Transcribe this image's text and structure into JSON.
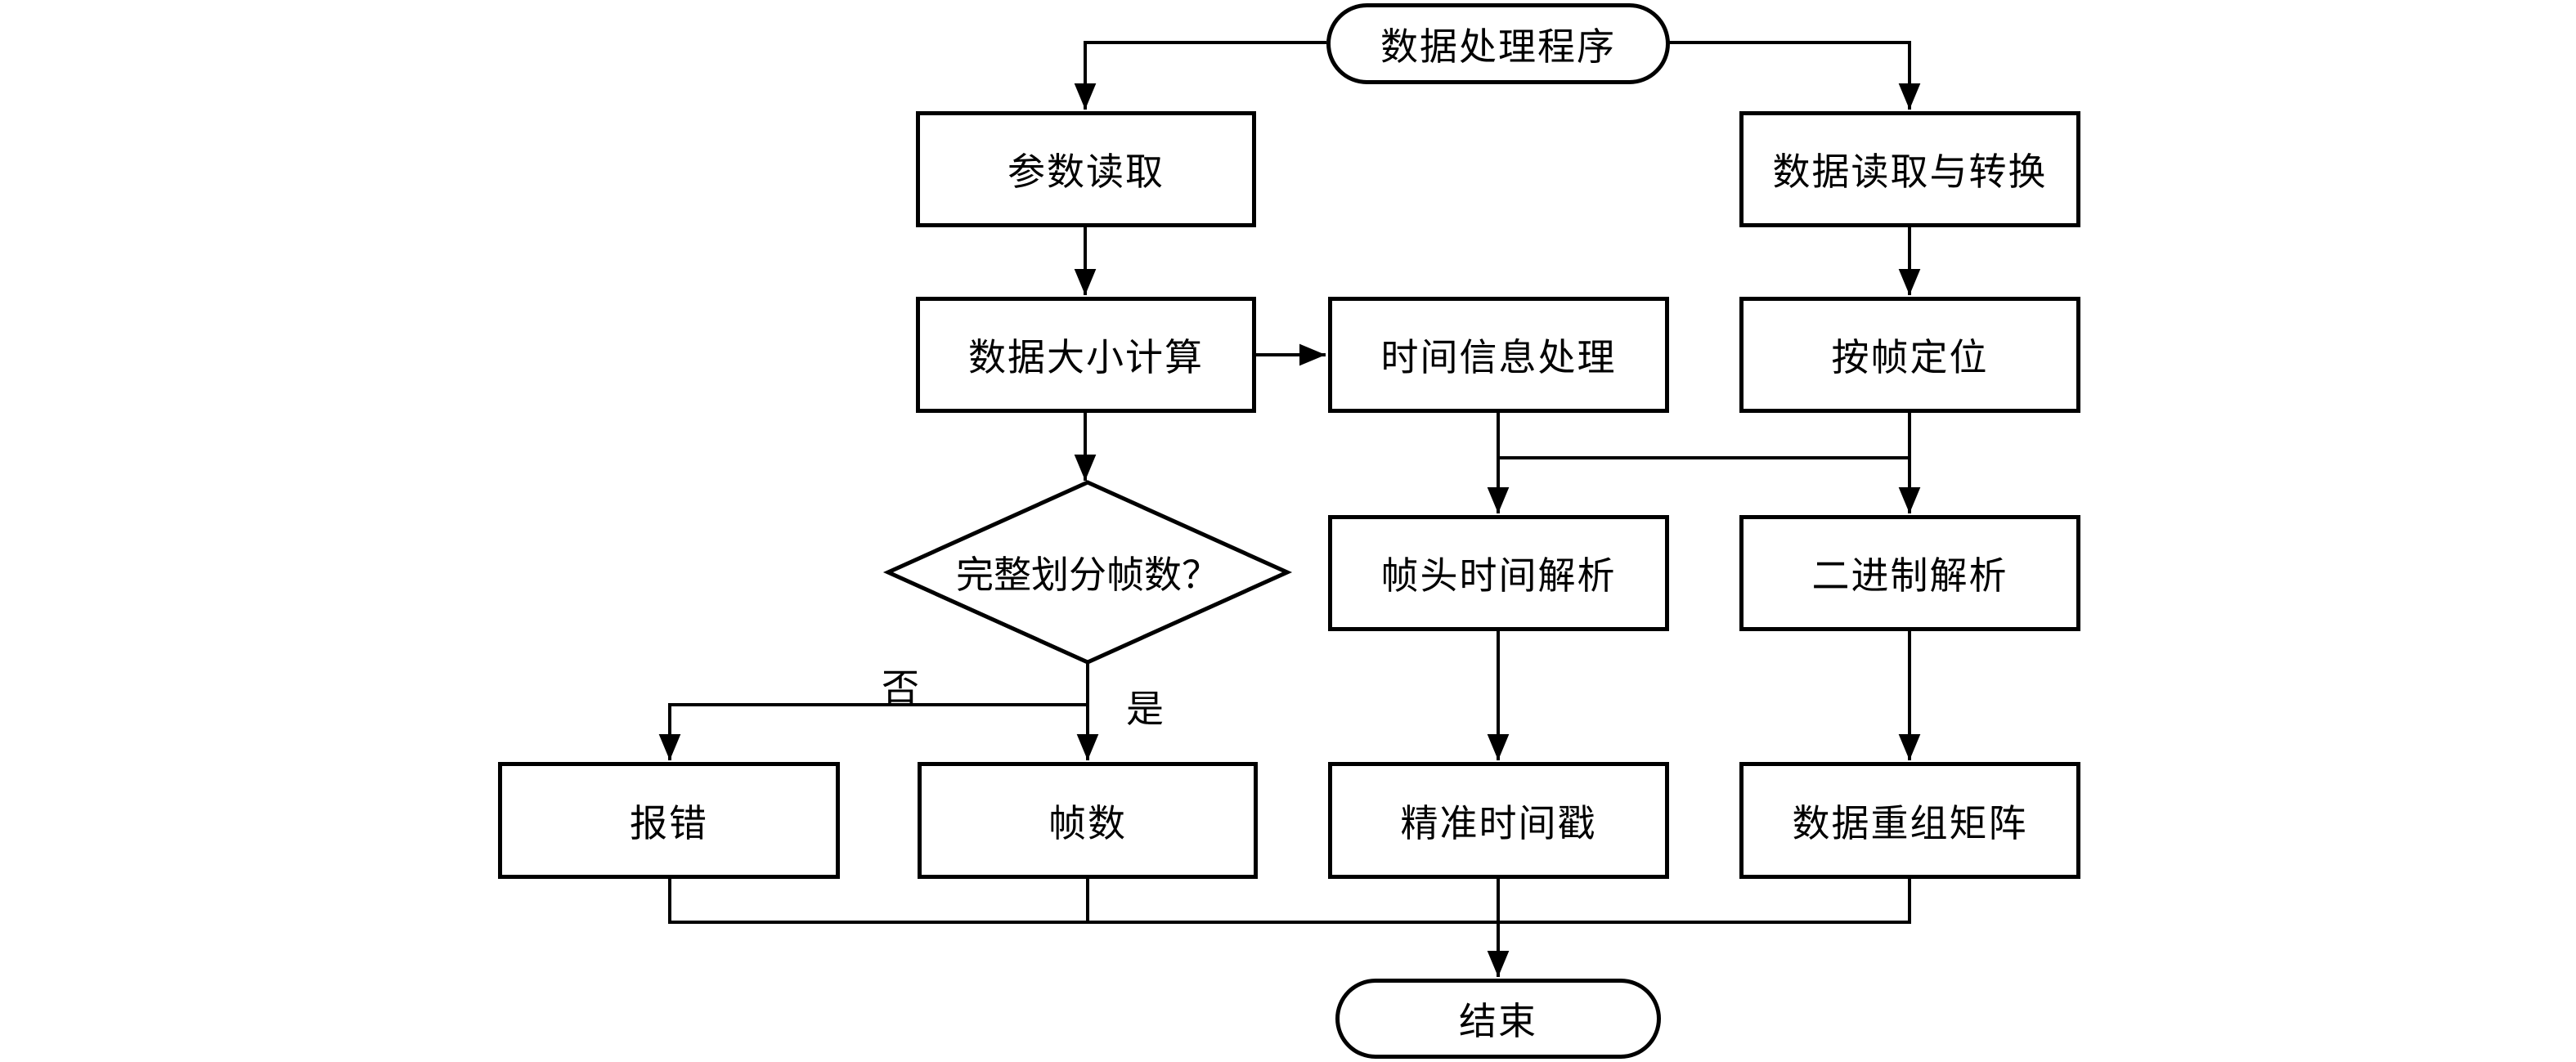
{
  "figure": {
    "type": "flowchart",
    "background_color": "#ffffff",
    "line_color": "#000000",
    "node_fill_color": "#ffffff",
    "nodes": {
      "start": {
        "label": "数据处理程序",
        "shape": "stadium"
      },
      "param_read": {
        "label": "参数读取",
        "shape": "process"
      },
      "data_read_convert": {
        "label": "数据读取与转换",
        "shape": "process"
      },
      "data_size_calc": {
        "label": "数据大小计算",
        "shape": "process"
      },
      "time_info_process": {
        "label": "时间信息处理",
        "shape": "process"
      },
      "frame_locate": {
        "label": "按帧定位",
        "shape": "process"
      },
      "full_frame_division": {
        "label": "完整划分帧数？",
        "shape": "decision"
      },
      "frame_header_time_parse": {
        "label": "帧头时间解析",
        "shape": "process"
      },
      "binary_parse": {
        "label": "二进制解析",
        "shape": "process"
      },
      "report_error": {
        "label": "报错",
        "shape": "process"
      },
      "frame_count": {
        "label": "帧数",
        "shape": "process"
      },
      "precise_timestamp": {
        "label": "精准时间戳",
        "shape": "process"
      },
      "data_reorg_matrix": {
        "label": "数据重组矩阵",
        "shape": "process"
      },
      "end": {
        "label": "结束",
        "shape": "stadium"
      }
    },
    "edge_labels": {
      "no": "否",
      "yes": "是"
    }
  }
}
